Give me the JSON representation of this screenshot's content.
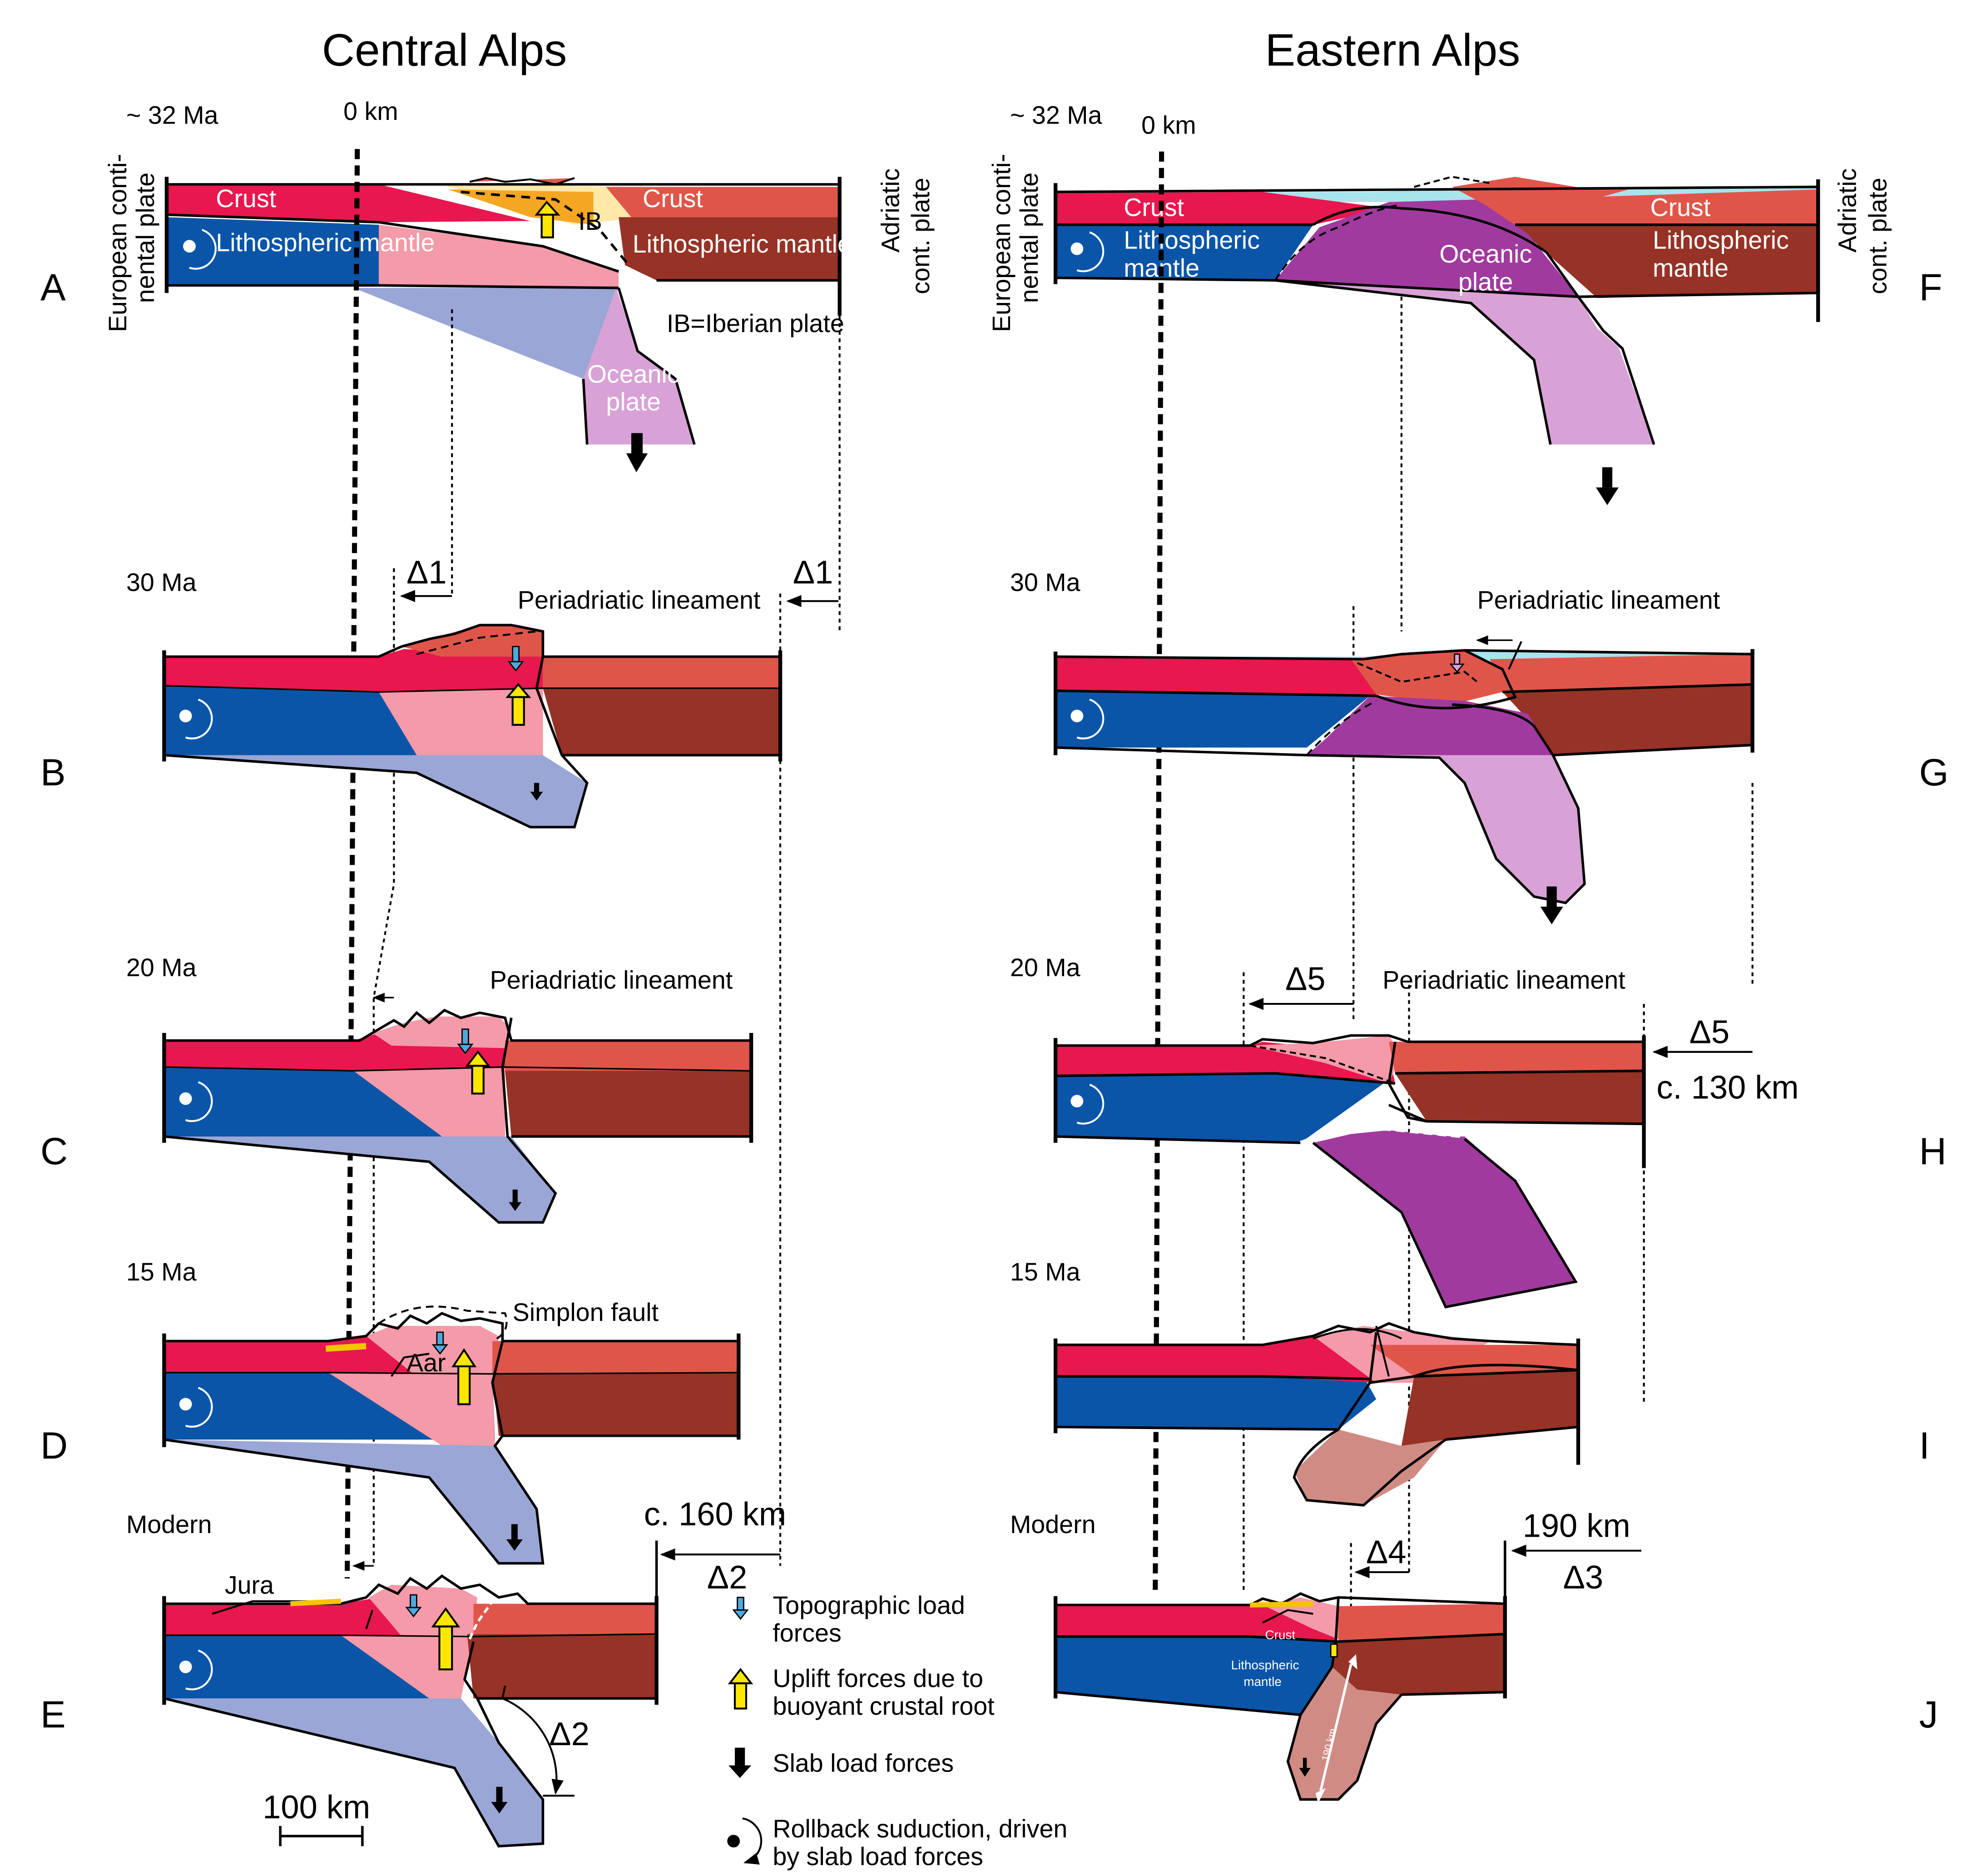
{
  "headings": {
    "left": "Central Alps",
    "right": "Eastern Alps"
  },
  "panels": {
    "A": "A",
    "B": "B",
    "C": "C",
    "D": "D",
    "E": "E",
    "F": "F",
    "G": "G",
    "H": "H",
    "I": "I",
    "J": "J"
  },
  "times": {
    "a": "~ 32 Ma",
    "b": "30 Ma",
    "c": "20 Ma",
    "d": "15 Ma",
    "e": "Modern",
    "f": "~ 32 Ma",
    "g": "30 Ma",
    "h": "20 Ma",
    "i": "15 Ma",
    "j": "Modern"
  },
  "zero_km": "0 km",
  "side_labels": {
    "european_line1": "European conti-",
    "european_line2": "nental plate",
    "adriatic_line1": "Adriatic",
    "adriatic_line2": "cont. plate"
  },
  "layers": {
    "crust": "Crust",
    "lith_mantle": "Lithospheric mantle",
    "lith_mantle_l1": "Lithospheric",
    "lith_mantle_l2": "mantle",
    "oceanic_l1": "Oceanic",
    "oceanic_l2": "plate",
    "ib": "IB",
    "ib_note": "IB=Iberian plate"
  },
  "features": {
    "periadriatic": "Periadriatic lineament",
    "simplon": "Simplon fault",
    "aar": "Aar",
    "jura": "Jura",
    "km190_rot": "190 km"
  },
  "deltas": {
    "d1": "Δ1",
    "d2": "Δ2",
    "d3": "Δ3",
    "d4": "Δ4",
    "d5": "Δ5",
    "c160": "c. 160 km",
    "c130": "c. 130 km",
    "km190": "190 km"
  },
  "scale_bar": "100 km",
  "legend": {
    "topo_1": "Topographic load",
    "topo_2": "forces",
    "uplift_1": "Uplift forces due to",
    "uplift_2": "buoyant crustal root",
    "slab": "Slab load forces",
    "rollback_1": "Rollback suduction, driven",
    "rollback_2": "by slab load forces"
  },
  "colors": {
    "euro_crust": "#e8174e",
    "adria_crust": "#e0554a",
    "euro_mantle": "#0a55a8",
    "adria_mantle": "#963226",
    "root": "#f59aa8",
    "slab_light": "#9aa6d6",
    "oceanic_dark": "#a13a9e",
    "oceanic_light": "#d9a2d6",
    "slab_adria": "#d08c84",
    "uplift_arrow": "#ffe600",
    "topo_arrow": "#4fa8dc",
    "water": "#a8e4ec"
  }
}
